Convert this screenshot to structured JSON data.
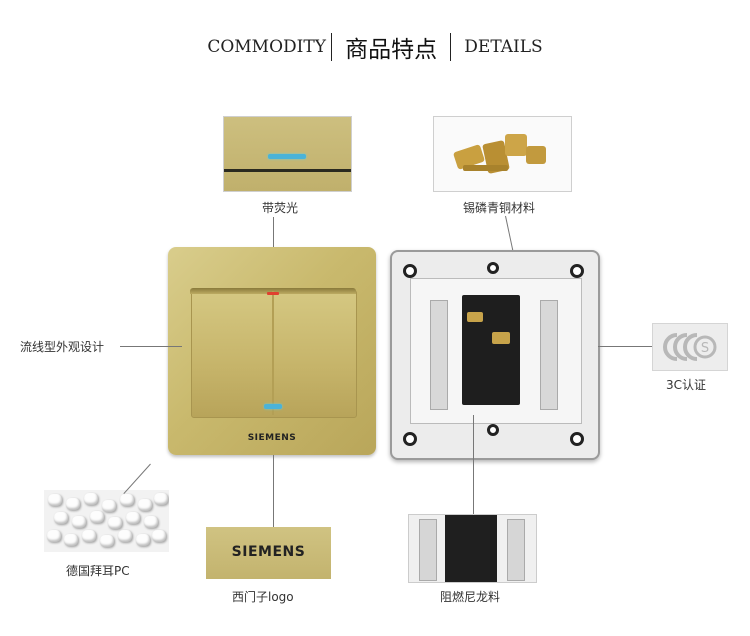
{
  "header": {
    "left": "COMMODITY",
    "center": "商品特点",
    "right": "DETAILS"
  },
  "features": {
    "led": "带荧光",
    "copper": "锡磷青铜材料",
    "streamline": "流线型外观设计",
    "cert": "3C认证",
    "pc": "德国拜耳PC",
    "logo": "西门子logo",
    "nylon": "阻燃尼龙料"
  },
  "brand": {
    "switch_text": "SIEMENS",
    "logo_text": "SIEMENS"
  },
  "icons": [
    "3c-certification-icon"
  ],
  "colors": {
    "gold": "#c6b46a",
    "led_blue": "#4bb3d8",
    "led_red": "#e04030",
    "back_gray": "#ececec"
  }
}
